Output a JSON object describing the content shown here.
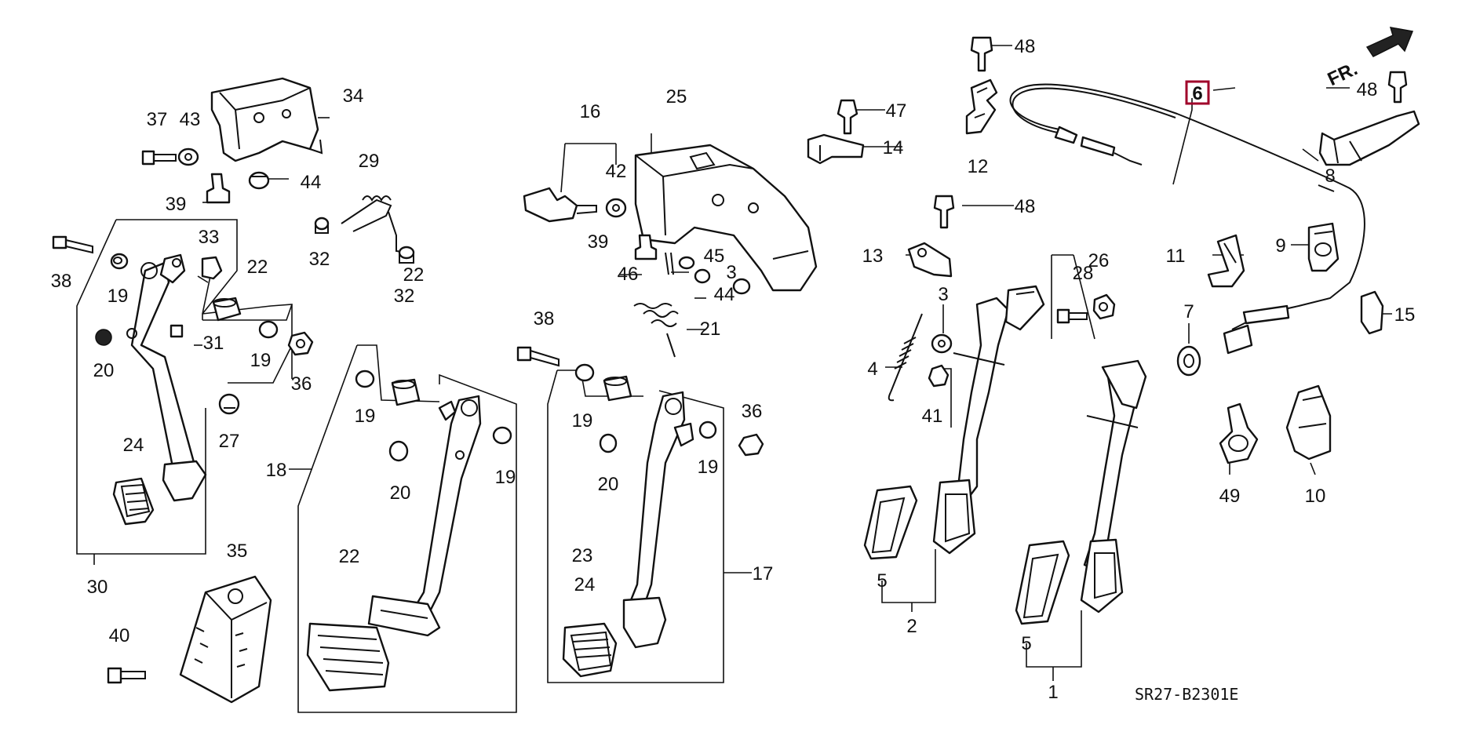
{
  "diagram_code": "SR27-B2301E",
  "direction_label": "FR.",
  "highlighted_part": "6",
  "part_labels": [
    {
      "id": "p1",
      "text": "1"
    },
    {
      "id": "p2",
      "text": "2"
    },
    {
      "id": "p3a",
      "text": "3"
    },
    {
      "id": "p3b",
      "text": "3"
    },
    {
      "id": "p4",
      "text": "4"
    },
    {
      "id": "p5a",
      "text": "5"
    },
    {
      "id": "p5b",
      "text": "5"
    },
    {
      "id": "p6",
      "text": "6"
    },
    {
      "id": "p7",
      "text": "7"
    },
    {
      "id": "p8",
      "text": "8"
    },
    {
      "id": "p9",
      "text": "9"
    },
    {
      "id": "p10",
      "text": "10"
    },
    {
      "id": "p11",
      "text": "11"
    },
    {
      "id": "p12",
      "text": "12"
    },
    {
      "id": "p13",
      "text": "13"
    },
    {
      "id": "p14",
      "text": "14"
    },
    {
      "id": "p15",
      "text": "15"
    },
    {
      "id": "p16",
      "text": "16"
    },
    {
      "id": "p17",
      "text": "17"
    },
    {
      "id": "p18",
      "text": "18"
    },
    {
      "id": "p19a",
      "text": "19"
    },
    {
      "id": "p19b",
      "text": "19"
    },
    {
      "id": "p19c",
      "text": "19"
    },
    {
      "id": "p19d",
      "text": "19"
    },
    {
      "id": "p19e",
      "text": "19"
    },
    {
      "id": "p19f",
      "text": "19"
    },
    {
      "id": "p20a",
      "text": "20"
    },
    {
      "id": "p20b",
      "text": "20"
    },
    {
      "id": "p20c",
      "text": "20"
    },
    {
      "id": "p21",
      "text": "21"
    },
    {
      "id": "p22a",
      "text": "22"
    },
    {
      "id": "p22b",
      "text": "22"
    },
    {
      "id": "p22c",
      "text": "22"
    },
    {
      "id": "p23",
      "text": "23"
    },
    {
      "id": "p24a",
      "text": "24"
    },
    {
      "id": "p24b",
      "text": "24"
    },
    {
      "id": "p25",
      "text": "25"
    },
    {
      "id": "p26",
      "text": "26"
    },
    {
      "id": "p27",
      "text": "27"
    },
    {
      "id": "p28",
      "text": "28"
    },
    {
      "id": "p29",
      "text": "29"
    },
    {
      "id": "p30",
      "text": "30"
    },
    {
      "id": "p31",
      "text": "31"
    },
    {
      "id": "p32a",
      "text": "32"
    },
    {
      "id": "p32b",
      "text": "32"
    },
    {
      "id": "p33",
      "text": "33"
    },
    {
      "id": "p34",
      "text": "34"
    },
    {
      "id": "p35",
      "text": "35"
    },
    {
      "id": "p36a",
      "text": "36"
    },
    {
      "id": "p36b",
      "text": "36"
    },
    {
      "id": "p37",
      "text": "37"
    },
    {
      "id": "p38a",
      "text": "38"
    },
    {
      "id": "p38b",
      "text": "38"
    },
    {
      "id": "p39a",
      "text": "39"
    },
    {
      "id": "p39b",
      "text": "39"
    },
    {
      "id": "p40",
      "text": "40"
    },
    {
      "id": "p41",
      "text": "41"
    },
    {
      "id": "p42",
      "text": "42"
    },
    {
      "id": "p43",
      "text": "43"
    },
    {
      "id": "p44a",
      "text": "44"
    },
    {
      "id": "p44b",
      "text": "44"
    },
    {
      "id": "p45",
      "text": "45"
    },
    {
      "id": "p46",
      "text": "46"
    },
    {
      "id": "p47",
      "text": "47"
    },
    {
      "id": "p48a",
      "text": "48"
    },
    {
      "id": "p48b",
      "text": "48"
    },
    {
      "id": "p48c",
      "text": "48"
    },
    {
      "id": "p49",
      "text": "49"
    }
  ]
}
